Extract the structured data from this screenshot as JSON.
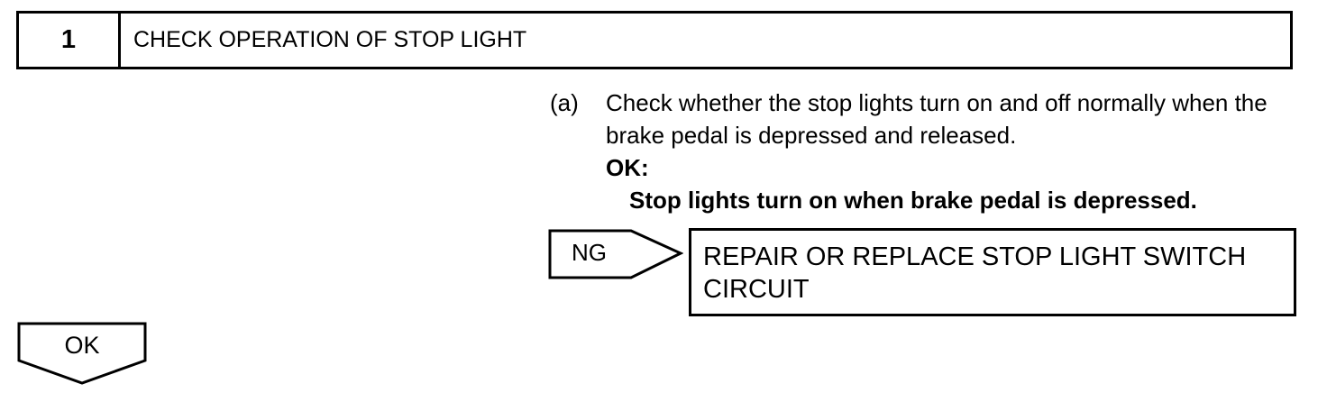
{
  "step": {
    "number": "1",
    "title": "CHECK OPERATION OF STOP LIGHT"
  },
  "instruction": {
    "marker": "(a)",
    "text": "Check whether the stop lights turn on and off normally when the brake pedal is depressed and released.",
    "ok_label": "OK:",
    "ok_criteria": "Stop lights turn on when brake pedal is depressed."
  },
  "ng_branch": {
    "label": "NG",
    "result": "REPAIR OR REPLACE STOP LIGHT SWITCH CIRCUIT"
  },
  "ok_branch": {
    "label": "OK"
  }
}
